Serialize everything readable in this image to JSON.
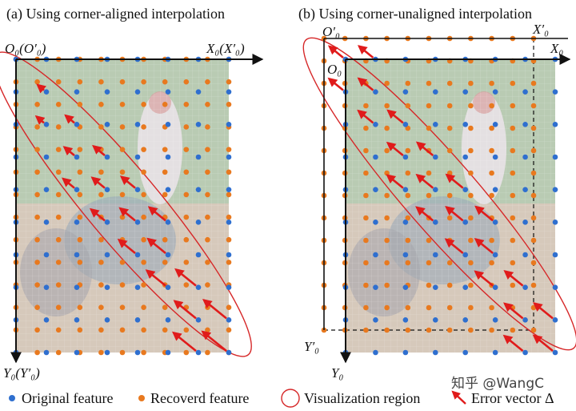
{
  "panels": [
    {
      "id": "a",
      "title": "(a) Using corner-aligned interpolation",
      "origin_label": "O₀(O′₀)",
      "x_axis_label": "X₀(X′₀)",
      "y_axis_label": "Y₀(Y′₀)"
    },
    {
      "id": "b",
      "title": "(b) Using corner-unaligned interpolation",
      "origin_prime_label": "O′₀",
      "origin_label": "O₀",
      "x_prime_axis_label": "X′₀",
      "x_axis_label": "X₀",
      "y_prime_axis_label": "Y′₀",
      "y_axis_label": "Y₀"
    }
  ],
  "legend": {
    "original": "Original feature",
    "recovered": "Recoverd feature",
    "region": "Visualization region",
    "error": "Error vector Δ"
  },
  "watermark": "知乎 @WangC",
  "colors": {
    "original": "#2f6fcf",
    "recovered": "#e8791f",
    "error": "#e01b1b",
    "region": "#d62728",
    "photo_bg": "#c9d3c2",
    "photo_grass": "#a9bfa0",
    "photo_dirt": "#d8c3b0"
  },
  "icons": [
    "blue-dot-icon",
    "orange-dot-icon",
    "red-ellipse-icon",
    "red-arrow-icon"
  ]
}
